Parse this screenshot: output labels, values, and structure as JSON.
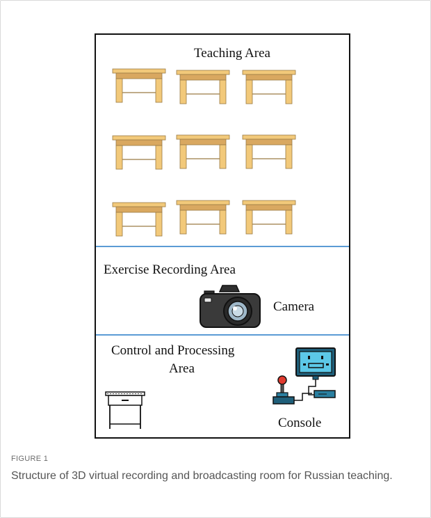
{
  "diagram": {
    "zones": {
      "teaching": "Teaching Area",
      "exercise": "Exercise Recording Area",
      "control_line1": "Control and Processing",
      "control_line2": "Area"
    },
    "devices": {
      "camera": "Camera",
      "console": "Console"
    },
    "icons": [
      "desk-icon",
      "camera-icon",
      "nightstand-icon",
      "console-icon",
      "joystick-icon"
    ],
    "colors": {
      "divider": "#5b9bd5",
      "desk_wood": "#f2c97a",
      "desk_top": "#d9a860",
      "monitor_screen": "#5cc8e8",
      "joystick_ball": "#e03a2f"
    }
  },
  "caption": {
    "label": "FIGURE 1",
    "text": "Structure of 3D virtual recording and broadcasting room for Russian teaching."
  }
}
